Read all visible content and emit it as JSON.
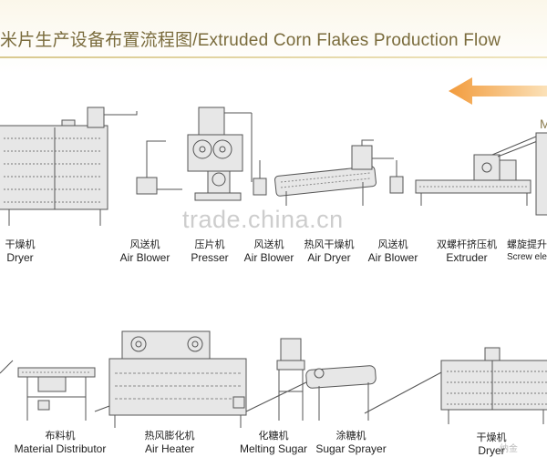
{
  "title": {
    "cn": "米片生产设备布置流程图",
    "separator": "/",
    "en": "Extruded Corn Flakes Production Flow"
  },
  "flow_arrow_letter": "M",
  "watermark": "trade.china.cn",
  "watermark_small": "纳金",
  "row1": [
    {
      "cn": "干燥机",
      "en": "Dryer"
    },
    {
      "cn": "风送机",
      "en": "Air Blower"
    },
    {
      "cn": "压片机",
      "en": "Presser"
    },
    {
      "cn": "风送机",
      "en": "Air Blower"
    },
    {
      "cn": "热风干燥机",
      "en": "Air Dryer"
    },
    {
      "cn": "风送机",
      "en": "Air Blower"
    },
    {
      "cn": "双螺杆挤压机",
      "en": "Extruder"
    },
    {
      "cn": "螺旋提升",
      "en": "Screw ele"
    }
  ],
  "row2": [
    {
      "cn": "布料机",
      "en": "Material Distributor"
    },
    {
      "cn": "热风膨化机",
      "en": "Air Heater"
    },
    {
      "cn": "化糖机",
      "en": "Melting Sugar"
    },
    {
      "cn": "涂糖机",
      "en": "Sugar Sprayer"
    },
    {
      "cn": "干燥机",
      "en": "Dryer"
    }
  ],
  "colors": {
    "title": "#7a6b3c",
    "arrow": "#f2a348",
    "machine_fill": "#e6e6e6",
    "machine_stroke": "#555555"
  }
}
